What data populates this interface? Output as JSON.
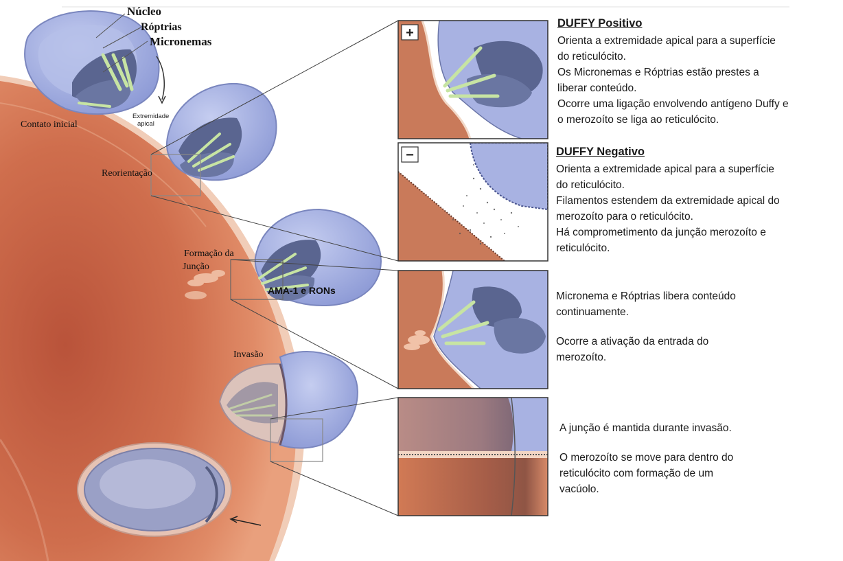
{
  "colors": {
    "cell_dark": "#c96848",
    "cell_light": "#e59a78",
    "membrane": "#f3d6c4",
    "merozoite_fill": "#a3aee0",
    "merozoite_light": "#c3cbee",
    "organelle": "#5a6590",
    "microneme": "#c7e4a3",
    "outline": "#4a4a4a"
  },
  "labels": {
    "nucleo": "Núcleo",
    "roptrias": "Róptrias",
    "micronemas": "Micronemas",
    "contato_inicial": "Contato inicial",
    "extremidade_line1": "Extremidade",
    "extremidade_line2": "apical",
    "reorientacao": "Reorientação",
    "formacao_line1": "Formação da",
    "formacao_line2": "Junção",
    "ama": "AMA-1 e RONs",
    "invasao": "Invasão"
  },
  "panels": [
    {
      "sign": "+",
      "heading": "DUFFY Positivo",
      "lines": [
        "Orienta a extremidade apical para a superfície",
        "do reticulócito.",
        "Os Micronemas e   Róptrias estão prestes a",
        "liberar conteúdo.",
        "Ocorre uma ligação envolvendo antígeno Duffy e",
        "o merozoíto se liga ao reticulócito."
      ]
    },
    {
      "sign": "−",
      "heading": "DUFFY Negativo",
      "lines": [
        "Orienta a extremidade apical para a superfície",
        "do reticulócito.",
        "Filamentos estendem da extremidade apical do",
        "merozoíto para o reticulócito.",
        "Há comprometimento da junção merozoíto e",
        "reticulócito."
      ]
    },
    {
      "lines_a": [
        "Micronema e Róptrias libera conteúdo",
        "continuamente."
      ],
      "lines_b": [
        "Ocorre a ativação da entrada do",
        "merozoíto."
      ]
    },
    {
      "lines_a": [
        "A junção é mantida durante invasão."
      ],
      "lines_b": [
        "O merozoíto se move para dentro do",
        "reticulócito   com formação de um",
        "vacúolo."
      ]
    }
  ]
}
